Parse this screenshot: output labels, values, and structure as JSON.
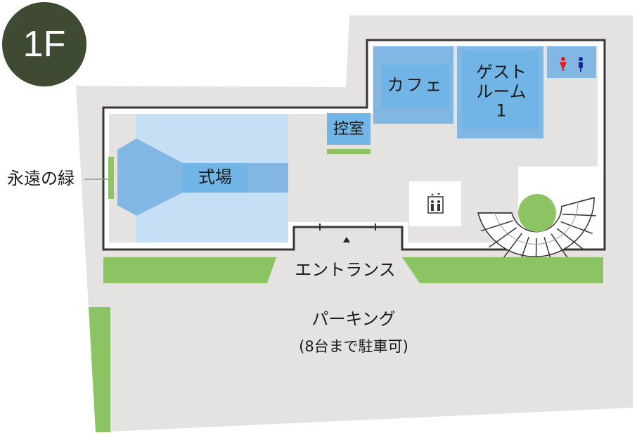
{
  "floor": "1F",
  "rooms": {
    "ceremony_hall": "式場",
    "waiting_room": "控室",
    "cafe": "カフェ",
    "guest_room_1": [
      "ゲスト",
      "ルーム",
      "1"
    ]
  },
  "labels": {
    "eternal_green": "永遠の緑",
    "entrance": "エントランス",
    "parking": "パーキング",
    "parking_note": "(8台まで駐車可)"
  },
  "icons": [
    "restroom-icon",
    "elevator-icon",
    "spiral-stairs-icon",
    "entrance-arrow-icon"
  ],
  "colors": {
    "badge": "#3e4a31",
    "green": "#8cc363",
    "room_blue": "#82b7e4",
    "hall_light": "#c5e0f5",
    "ground": "#e4e3e2"
  }
}
